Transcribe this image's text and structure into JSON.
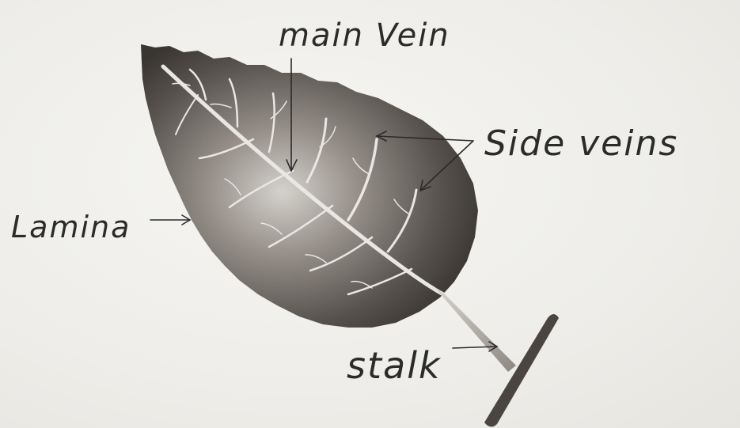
{
  "diagram": {
    "labels": {
      "main_vein": "main Vein",
      "side_veins": "Side veins",
      "lamina": "Lamina",
      "stalk": "stalk"
    },
    "colors": {
      "paper": "#f1f0ec",
      "leaf_dark": "#3a3632",
      "leaf_light": "#d9d6d0",
      "vein": "#e9e7e2",
      "stalk": "#4a4540",
      "ink": "#2b2b2b"
    }
  }
}
